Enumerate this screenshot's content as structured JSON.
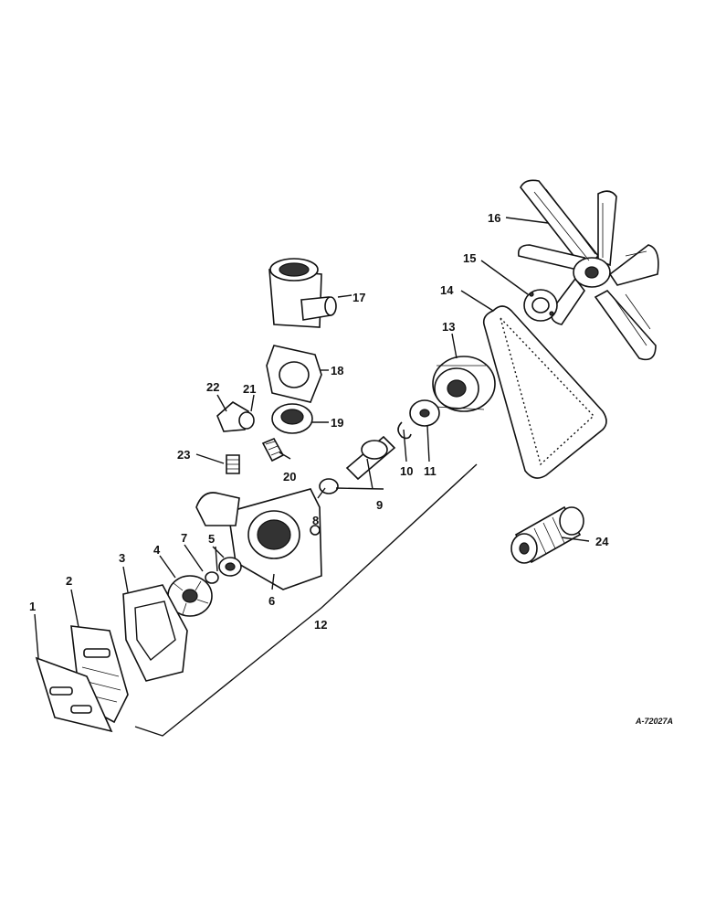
{
  "figure_ref": "A-72027A",
  "callouts": [
    {
      "id": "c1",
      "label": "1"
    },
    {
      "id": "c2",
      "label": "2"
    },
    {
      "id": "c3",
      "label": "3"
    },
    {
      "id": "c4",
      "label": "4"
    },
    {
      "id": "c5",
      "label": "5"
    },
    {
      "id": "c6",
      "label": "6"
    },
    {
      "id": "c7",
      "label": "7"
    },
    {
      "id": "c8",
      "label": "8"
    },
    {
      "id": "c9",
      "label": "9"
    },
    {
      "id": "c10",
      "label": "10"
    },
    {
      "id": "c11",
      "label": "11"
    },
    {
      "id": "c12",
      "label": "12"
    },
    {
      "id": "c13",
      "label": "13"
    },
    {
      "id": "c14",
      "label": "14"
    },
    {
      "id": "c15",
      "label": "15"
    },
    {
      "id": "c16",
      "label": "16"
    },
    {
      "id": "c17",
      "label": "17"
    },
    {
      "id": "c18",
      "label": "18"
    },
    {
      "id": "c19",
      "label": "19"
    },
    {
      "id": "c20",
      "label": "20"
    },
    {
      "id": "c21",
      "label": "21"
    },
    {
      "id": "c22",
      "label": "22"
    },
    {
      "id": "c23",
      "label": "23"
    },
    {
      "id": "c24",
      "label": "24"
    }
  ]
}
